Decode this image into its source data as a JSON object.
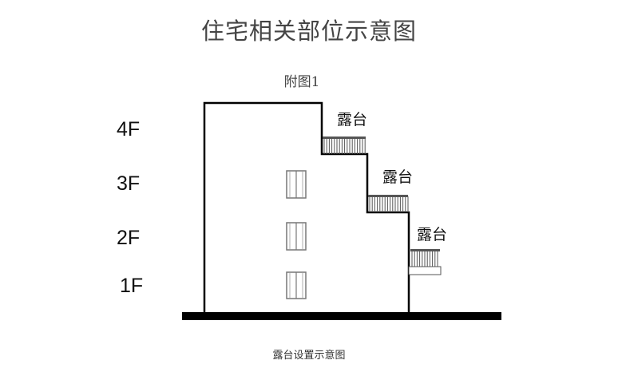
{
  "title": "住宅相关部位示意图",
  "subtitle": "附图1",
  "floors": [
    "4F",
    "3F",
    "2F",
    "1F"
  ],
  "terrace_labels": [
    "露台",
    "露台",
    "露台"
  ],
  "caption": "露台设置示意图",
  "colors": {
    "line": "#000000",
    "railing": "#555555",
    "text": "#444444"
  }
}
